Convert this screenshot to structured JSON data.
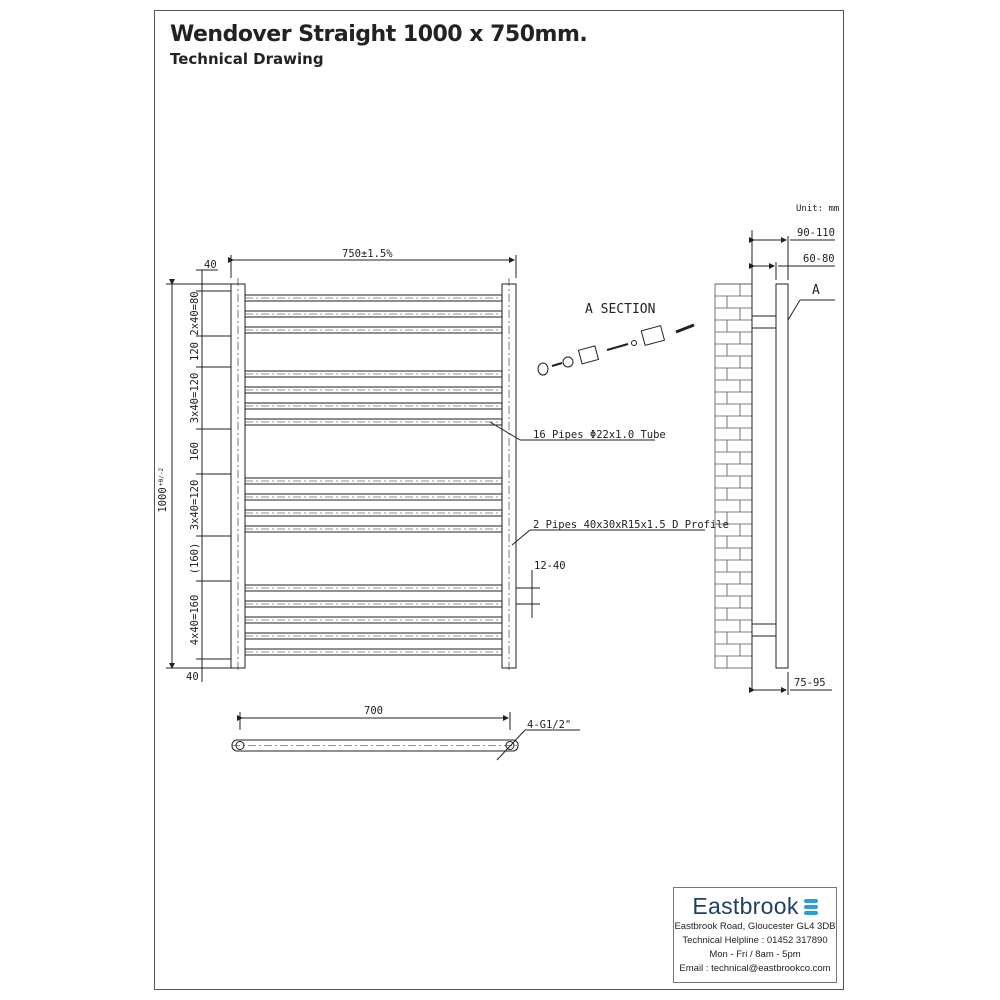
{
  "header": {
    "title": "Wendover Straight 1000 x 750mm.",
    "subtitle": "Technical Drawing"
  },
  "drawing": {
    "unit": "Unit: mm",
    "width_dim": "750±1.5%",
    "top_offset": "40",
    "bottom_offset": "40",
    "height_dim": "1000",
    "height_tol": "+0/-2",
    "left_dims": [
      "2x40=80",
      "120",
      "3x40=120",
      "160",
      "3x40=120",
      "(160)",
      "4x40=160"
    ],
    "section_label": "A SECTION",
    "pipes_note": "16 Pipes Φ22x1.0 Tube",
    "profile_note": "2 Pipes 40x30xR15x1.5 D Profile",
    "gap_dim": "12-40",
    "bottom_width": "700",
    "connection": "4-G1/2\"",
    "side_dims": {
      "outer": "90-110",
      "inner": "60-80",
      "bottom": "75-95",
      "marker": "A"
    }
  },
  "company": {
    "name": "Eastbrook",
    "address": "Eastbrook Road, Gloucester GL4 3DB",
    "helpline": "Technical Helpline : 01452 317890",
    "hours": "Mon - Fri / 8am - 5pm",
    "email": "Email : technical@eastbrookco.com",
    "brand_color": "#1f3f66",
    "accent_color": "#2a9fd8"
  }
}
